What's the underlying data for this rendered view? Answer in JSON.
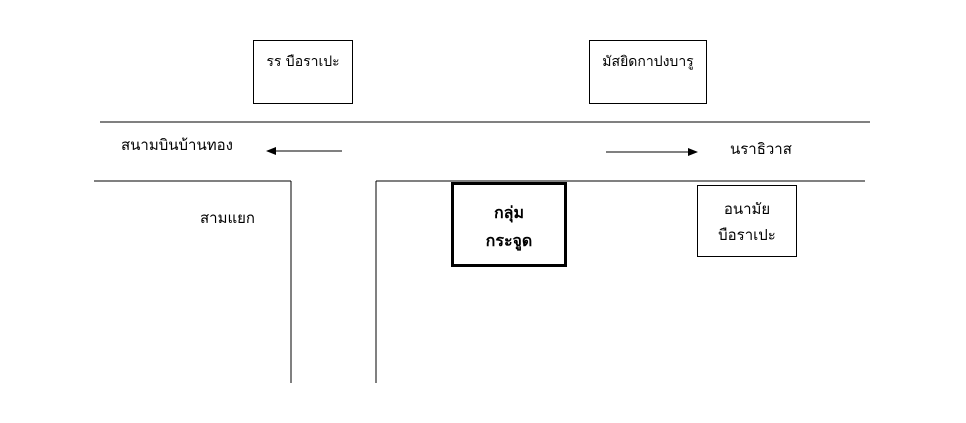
{
  "map": {
    "school": "รร บือราเปะ",
    "mosque": "มัสยิดกาปงบารู",
    "direction_left": "สนามบินบ้านทอง",
    "direction_right": "นราธิวาส",
    "junction": "สามแยก",
    "target_group": {
      "line1": "กลุ่ม",
      "line2": "กระจูด"
    },
    "health_center": {
      "line1": "อนามัย",
      "line2": "บือราเปะ"
    }
  }
}
